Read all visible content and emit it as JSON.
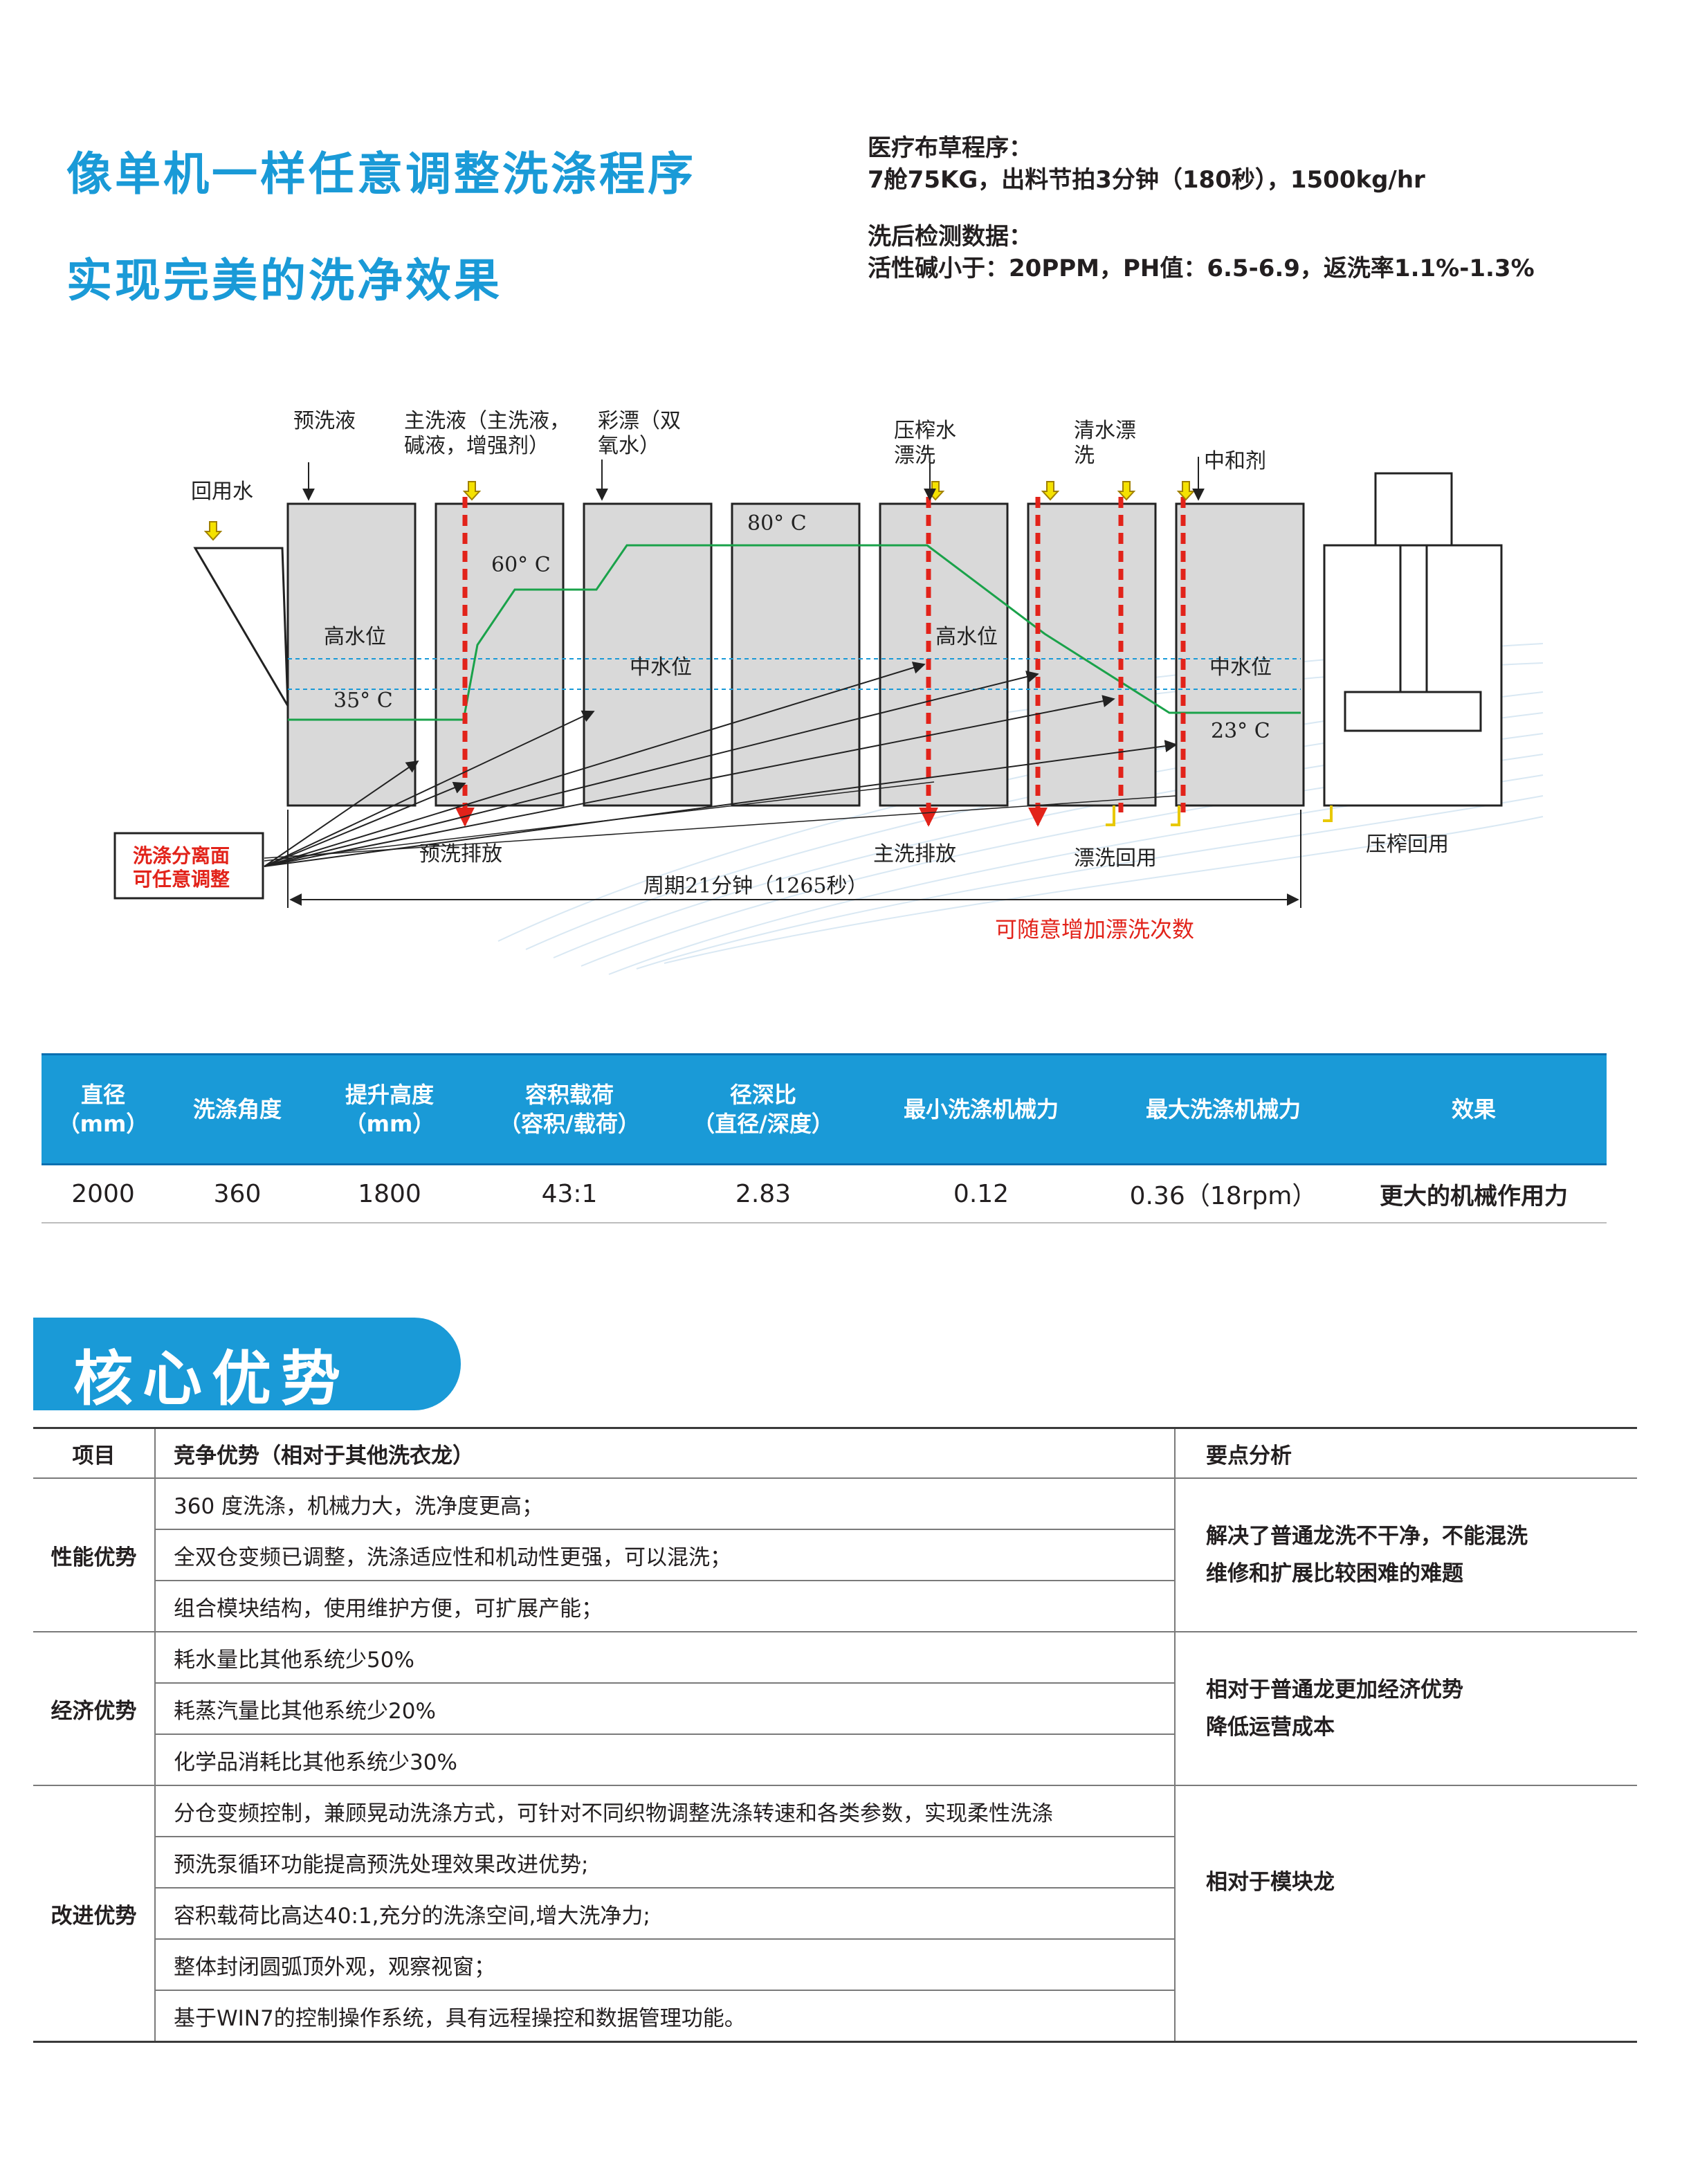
{
  "heading": {
    "line1": "像单机一样任意调整洗涤程序",
    "line2": "实现完美的洗净效果"
  },
  "specs": {
    "program_label": "医疗布草程序：",
    "program_value": "7舱75KG，出料节拍3分钟（180秒），1500kg/hr",
    "data_label": "洗后检测数据：",
    "data_value": "活性碱小于：20PPM，PH值：6.5-6.9，返洗率1.1%-1.3%"
  },
  "diagram": {
    "labels": {
      "prewash_liquid": "预洗液",
      "main_wash_1": "主洗液（主洗液，",
      "main_wash_2": "碱液，增强剂）",
      "bleach_1": "彩漂（双",
      "bleach_2": "氧水）",
      "press_water_1": "压榨水",
      "press_water_2": "漂洗",
      "clear_rinse_1": "清水漂",
      "clear_rinse_2": "洗",
      "neutralizer": "中和剂",
      "recycled_water": "回用水",
      "temp_80": "80° C",
      "temp_60": "60° C",
      "temp_35": "35° C",
      "temp_23": "23° C",
      "high_level_1": "高水位",
      "high_level_2": "高水位",
      "mid_level_1": "中水位",
      "mid_level_2": "中水位",
      "separation_1": "洗涤分离面",
      "separation_2": "可任意调整",
      "prewash_drain": "预洗排放",
      "main_drain": "主洗排放",
      "rinse_reuse": "漂洗回用",
      "press_reuse": "压榨回用",
      "cycle": "周期21分钟（1265秒）",
      "add_rinse": "可随意增加漂洗次数"
    },
    "colors": {
      "temp_line": "#1aa24a",
      "separation": "#e2231a",
      "water_level": "#1a9ad7",
      "compartment": "#d9d9d9",
      "inlet_arrow": "#e8c800"
    }
  },
  "spec_table": {
    "headers": [
      "直径\n（mm）",
      "洗涤角度",
      "提升高度\n（mm）",
      "容积载荷\n（容积/载荷）",
      "径深比\n（直径/深度）",
      "最小洗涤机械力",
      "最大洗涤机械力",
      "效果"
    ],
    "row": [
      "2000",
      "360",
      "1800",
      "43:1",
      "2.83",
      "0.12",
      "0.36（18rpm）",
      "更大的机械作用力"
    ]
  },
  "core": {
    "title": "核心优势",
    "headers": {
      "item": "项目",
      "advantage": "竞争优势（相对于其他洗衣龙）",
      "analysis": "要点分析"
    },
    "groups": [
      {
        "category": "性能优势",
        "items": [
          "360 度洗涤，机械力大，洗净度更高；",
          "全双仓变频已调整，洗涤适应性和机动性更强，可以混洗；",
          "组合模块结构，使用维护方便，可扩展产能；"
        ],
        "note": "解决了普通龙洗不干净，不能混洗\n维修和扩展比较困难的难题"
      },
      {
        "category": "经济优势",
        "items": [
          "耗水量比其他系统少50%",
          "耗蒸汽量比其他系统少20%",
          "化学品消耗比其他系统少30%"
        ],
        "note": "相对于普通龙更加经济优势\n降低运营成本"
      },
      {
        "category": "改进优势",
        "items": [
          "分仓变频控制，兼顾晃动洗涤方式，可针对不同织物调整洗涤转速和各类参数，实现柔性洗涤",
          "预洗泵循环功能提高预洗处理效果改进优势;",
          "容积载荷比高达40:1,充分的洗涤空间,增大洗净力;",
          "整体封闭圆弧顶外观，观察视窗；",
          "基于WIN7的控制操作系统，具有远程操控和数据管理功能。"
        ],
        "note": "相对于模块龙"
      }
    ]
  }
}
